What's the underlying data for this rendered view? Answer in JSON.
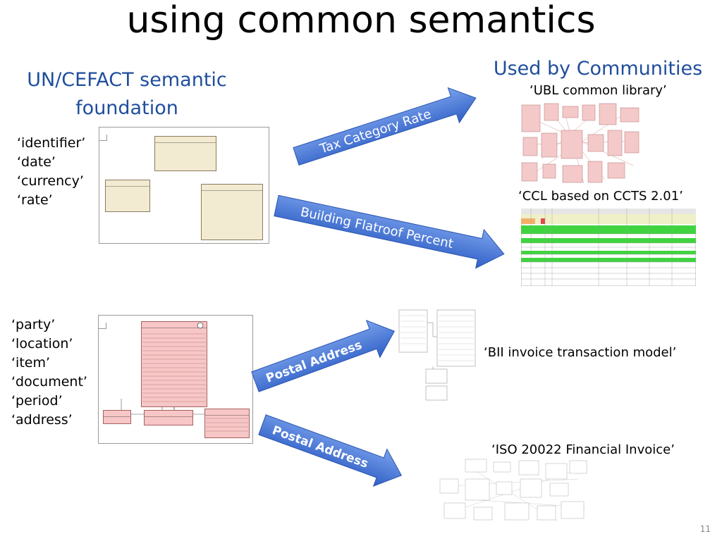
{
  "slide": {
    "title": "using common semantics",
    "page_number": "11"
  },
  "left": {
    "heading_line1": "UN/CEFACT semantic",
    "heading_line2": "foundation",
    "terms_top": [
      "‘identifier’",
      "‘date’",
      "‘currency’",
      "‘rate’"
    ],
    "terms_bottom": [
      "‘party’",
      "‘location’",
      "‘item’",
      "‘document’",
      "‘period’",
      "‘address’"
    ]
  },
  "right": {
    "heading": "Used by Communities",
    "captions": {
      "ubl": "‘UBL common library’",
      "ccl": "‘CCL based on CCTS 2.01’",
      "bii": "‘BII invoice transaction model’",
      "iso": "‘ISO 20022 Financial Invoice’"
    }
  },
  "arrows": {
    "a1": "Tax Category Rate",
    "a2": "Building Flatroof Percent",
    "a3": "Postal Address",
    "a4": "Postal Address"
  },
  "colors": {
    "heading_blue": "#1f4e9c",
    "arrow_fill_top": "#6b96e8",
    "arrow_fill_bottom": "#2f61c9",
    "uml_tan": "#f3ead2",
    "uml_pink": "#f7c6c6",
    "ccl_green": "#3fd43f"
  }
}
